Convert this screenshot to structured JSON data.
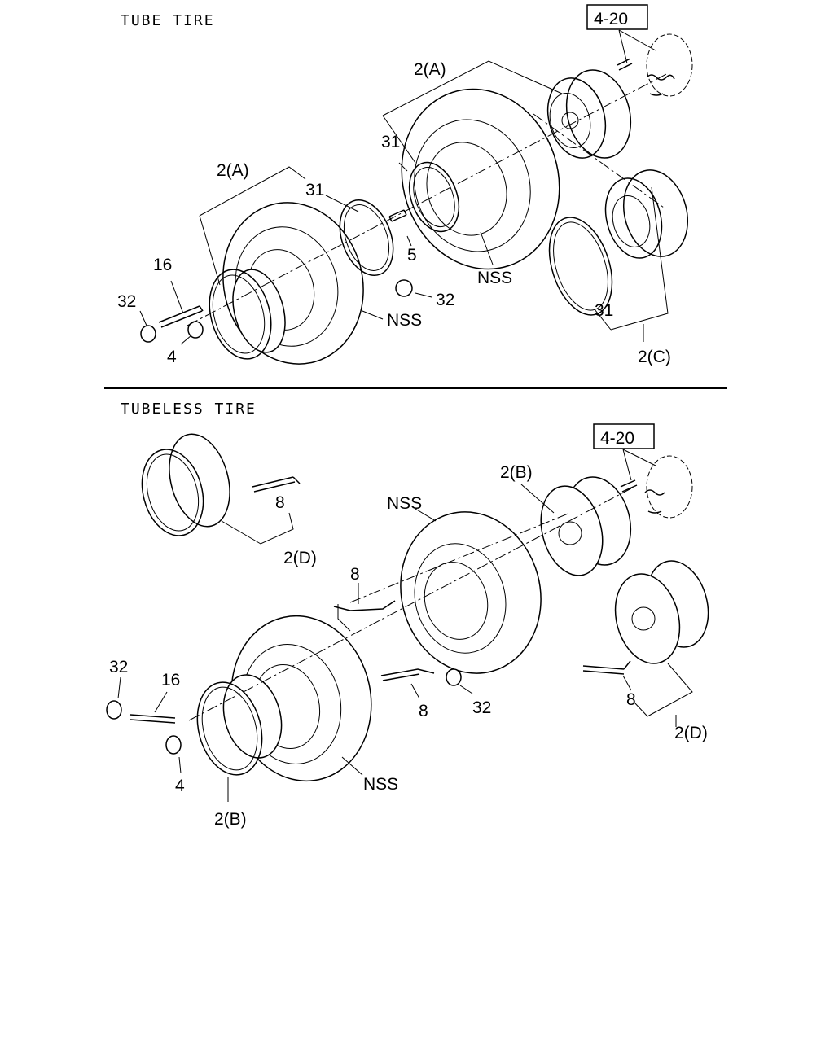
{
  "sections": {
    "tube": {
      "title": "TUBE TIRE"
    },
    "tubeless": {
      "title": "TUBELESS TIRE"
    }
  },
  "ref_box": "4-20",
  "callouts": {
    "tube": {
      "tire_assy_top": "2(A)",
      "tire_assy_mid": "2(A)",
      "rim_c": "2(C)",
      "ring_31_a": "31",
      "ring_31_b": "31",
      "ring_31_c": "31",
      "valve_5": "5",
      "bolt_16": "16",
      "cap_32_a": "32",
      "cap_32_b": "32",
      "nut_4": "4",
      "nss_a": "NSS",
      "nss_b": "NSS"
    },
    "tubeless": {
      "rim_d_top": "2(D)",
      "rim_d_right": "2(D)",
      "rim_b_top": "2(B)",
      "rim_b_bottom": "2(B)",
      "valve_8_a": "8",
      "valve_8_b": "8",
      "valve_8_c": "8",
      "valve_8_d": "8",
      "bolt_16": "16",
      "cap_32_a": "32",
      "cap_32_b": "32",
      "nut_4": "4",
      "nss_a": "NSS",
      "nss_b": "NSS"
    }
  }
}
